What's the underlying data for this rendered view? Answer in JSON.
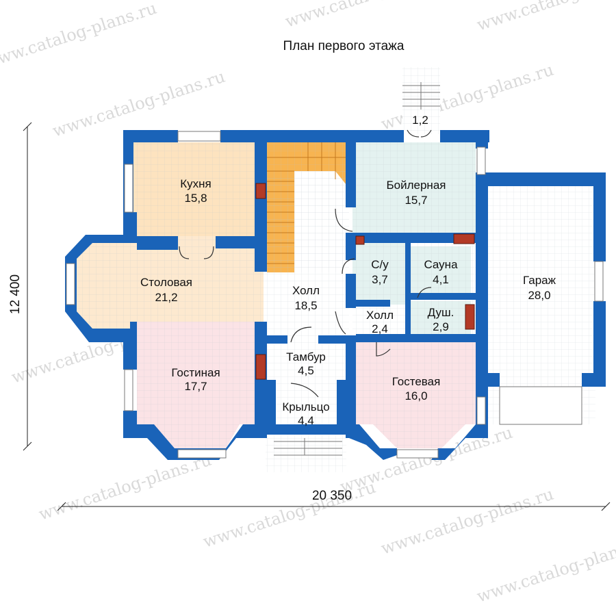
{
  "title": "План первого этажа",
  "watermark": "www.catalog-plans.ru",
  "dimensions": {
    "width": "20 350",
    "height": "12 400"
  },
  "entrance_label": "1,2",
  "rooms": {
    "kitchen": {
      "name": "Кухня",
      "area": "15,8"
    },
    "dining": {
      "name": "Столовая",
      "area": "21,2"
    },
    "living": {
      "name": "Гостиная",
      "area": "17,7"
    },
    "hall": {
      "name": "Холл",
      "area": "18,5"
    },
    "boiler": {
      "name": "Бойлерная",
      "area": "15,7"
    },
    "wc": {
      "name": "С/у",
      "area": "3,7"
    },
    "sauna": {
      "name": "Сауна",
      "area": "4,1"
    },
    "hall2": {
      "name": "Холл",
      "area": "2,4"
    },
    "shower": {
      "name": "Душ.",
      "area": "2,9"
    },
    "vestibule": {
      "name": "Тамбур",
      "area": "4,5"
    },
    "porch": {
      "name": "Крыльцо",
      "area": "4,4"
    },
    "guest": {
      "name": "Гостевая",
      "area": "16,0"
    },
    "garage": {
      "name": "Гараж",
      "area": "28,0"
    }
  },
  "colors": {
    "wall": "#1a63b8",
    "kitchen": "#fde3bf",
    "dining": "#fde9cf",
    "living": "#fbe3e6",
    "guest": "#fbe3e6",
    "boiler": "#e4f2f0",
    "hall": "#ffffff",
    "stairs": "#f7b451",
    "stove": "#b33a26"
  }
}
